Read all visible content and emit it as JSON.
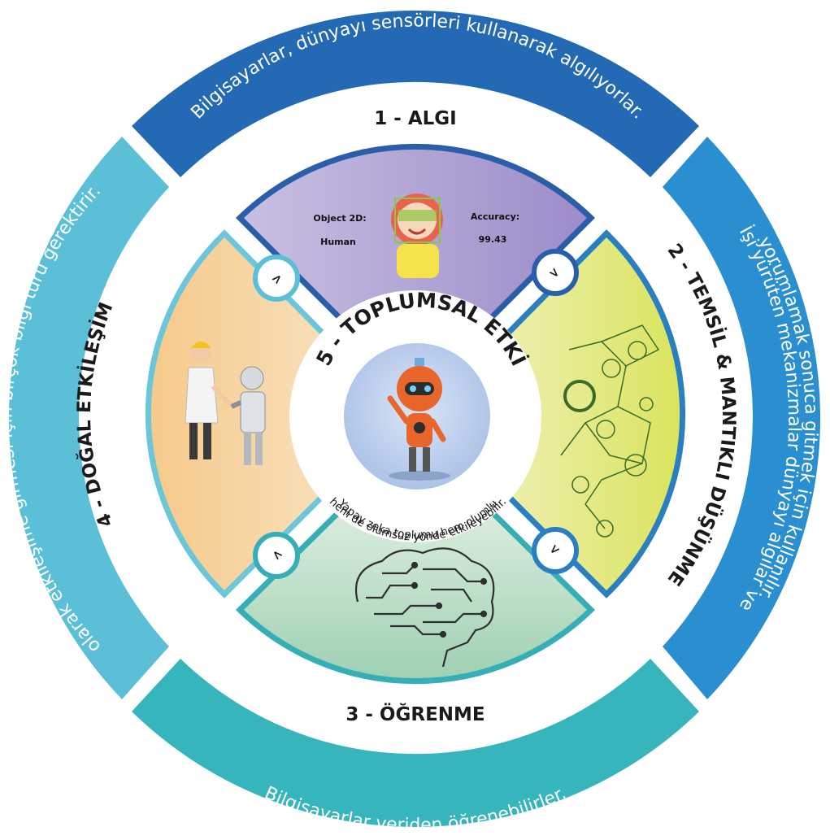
{
  "colors": {
    "outer_top": "#2369b4",
    "outer_right": "#2a8fd0",
    "outer_bottom": "#37b5bd",
    "outer_left": "#5cbfd8",
    "q_top": "#b3a6d6",
    "q_right": "#e6e87a",
    "q_bottom": "#a8d6b8",
    "q_left": "#f3d49c",
    "q_border_top": "#2b5ea8",
    "q_border_right": "#2a7fc0",
    "q_border_bottom": "#35aeb6",
    "q_border_left": "#6cc6da"
  },
  "outer_ring": {
    "top_text": "Bilgisayarlar, dünyayı sensörleri kullanarak algılıyorlar.",
    "right_line1": "İşi yürüten mekanizmalar dünyayı algılar ve",
    "right_line2": "yorumlamak sonuca gitmek için kullanılır.",
    "bottom_text": "Bilgisayarlar veriden öğrenebilirler.",
    "left_line1": "Akıllı yapay zeka ajanları  insanlarla birlikte doğal",
    "left_line2": "olarak etkileşime girmesi için birçok bilgi türü gerektirir."
  },
  "sections": {
    "s1": "1 - ALGI",
    "s2": "2 - TEMSİL & MANTIKLI DÜŞÜNME",
    "s3": "3 - ÖĞRENME",
    "s4": "4 - DOĞAL ETKİLEŞİM"
  },
  "perception": {
    "object_label": "Object 2D:",
    "object_value": "Human",
    "accuracy_label": "Accuracy:",
    "accuracy_value": "99.43"
  },
  "center": {
    "title": "5 - TOPLUMSAL ETKİ",
    "desc_line1": "Yapay zeka toplumu hem olumlu",
    "desc_line2": "hem de olumsuz yönde etkileyebilir."
  },
  "arrow_glyph": ">",
  "icons": {
    "perception": "face-detection-icon",
    "reasoning": "network-nodes-icon",
    "learning": "circuit-brain-icon",
    "interaction": "human-robot-handshake-icon",
    "center": "waving-robot-icon"
  }
}
